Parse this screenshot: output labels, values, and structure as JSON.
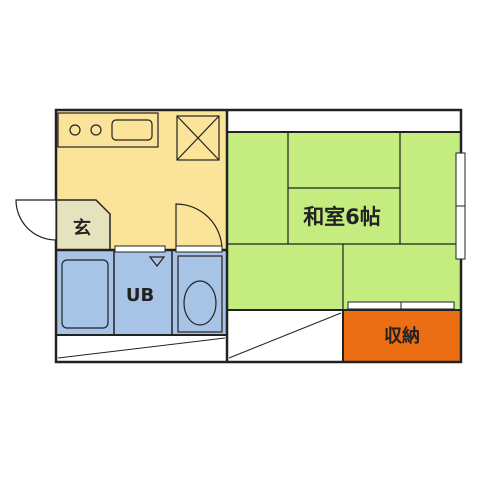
{
  "rooms": {
    "washitsu": {
      "label": "和室6帖",
      "color": "#c4ec7e"
    },
    "kitchen": {
      "color": "#fbe49a"
    },
    "genkan": {
      "label": "玄",
      "color": "#e5e3bd"
    },
    "bath": {
      "label": "UB",
      "color": "#a7c4e6"
    },
    "shuno": {
      "label": "収納",
      "color": "#eb6d14"
    }
  },
  "icons": [
    "stove-icon",
    "sink-icon",
    "refrigerator-space-icon",
    "bathtub-icon",
    "toilet-icon"
  ],
  "colors": {
    "wall": "#222222",
    "balcony": "#ffffff"
  }
}
